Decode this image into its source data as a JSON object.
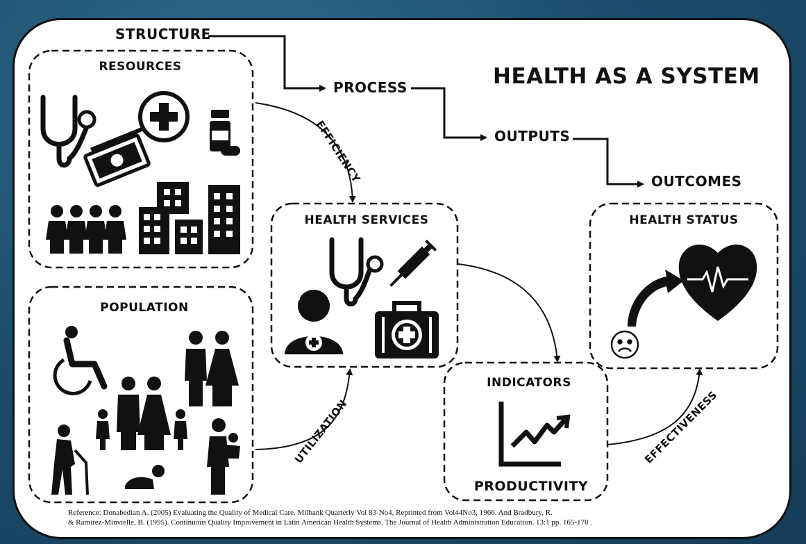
{
  "title": "HEALTH AS A SYSTEM",
  "flow": {
    "structure": "STRUCTURE",
    "process": "PROCESS",
    "outputs": "OUTPUTS",
    "outcomes": "OUTCOMES"
  },
  "boxes": {
    "resources": "RESOURCES",
    "population": "POPULATION",
    "health_services": "HEALTH SERVICES",
    "indicators": "INDICATORS",
    "productivity": "PRODUCTIVITY",
    "health_status": "HEALTH STATUS"
  },
  "connectors": {
    "efficiency": "EFFICIENCY",
    "utilization": "UTILIZATION",
    "effectiveness": "EFFECTIVENESS"
  },
  "reference": {
    "line1": "Reference: Donabedian A. (2005) Evaluating the Quality of Medical Care. Milbank Quarterly Vol 83-No4, Reprinted from Vol44No3, 1966. And  Bradbury, R.",
    "line2": "& Ramirez-Minvielle, B. (1995). Continuous Quality Improvement in Latin American Health Systems. The Journal of Health Administration Education. 13:1 pp. 165-178 ."
  },
  "icons": {
    "resources": [
      "stethoscope-icon",
      "medical-cross-icon",
      "pill-bottle-icon",
      "money-icon",
      "people-group-icon",
      "buildings-icon"
    ],
    "population": [
      "wheelchair-icon",
      "couple-icon",
      "family-icon",
      "elderly-icon",
      "parent-child-icon",
      "baby-icon"
    ],
    "health_services": [
      "stethoscope-icon",
      "syringe-icon",
      "doctor-icon",
      "medical-kit-icon"
    ],
    "indicators": [
      "line-chart-icon"
    ],
    "health_status": [
      "sad-face-icon",
      "curved-arrow-icon",
      "heart-pulse-icon"
    ]
  },
  "colors": {
    "ink": "#111111",
    "card": "#ffffff",
    "background": "#1d4f6e"
  }
}
